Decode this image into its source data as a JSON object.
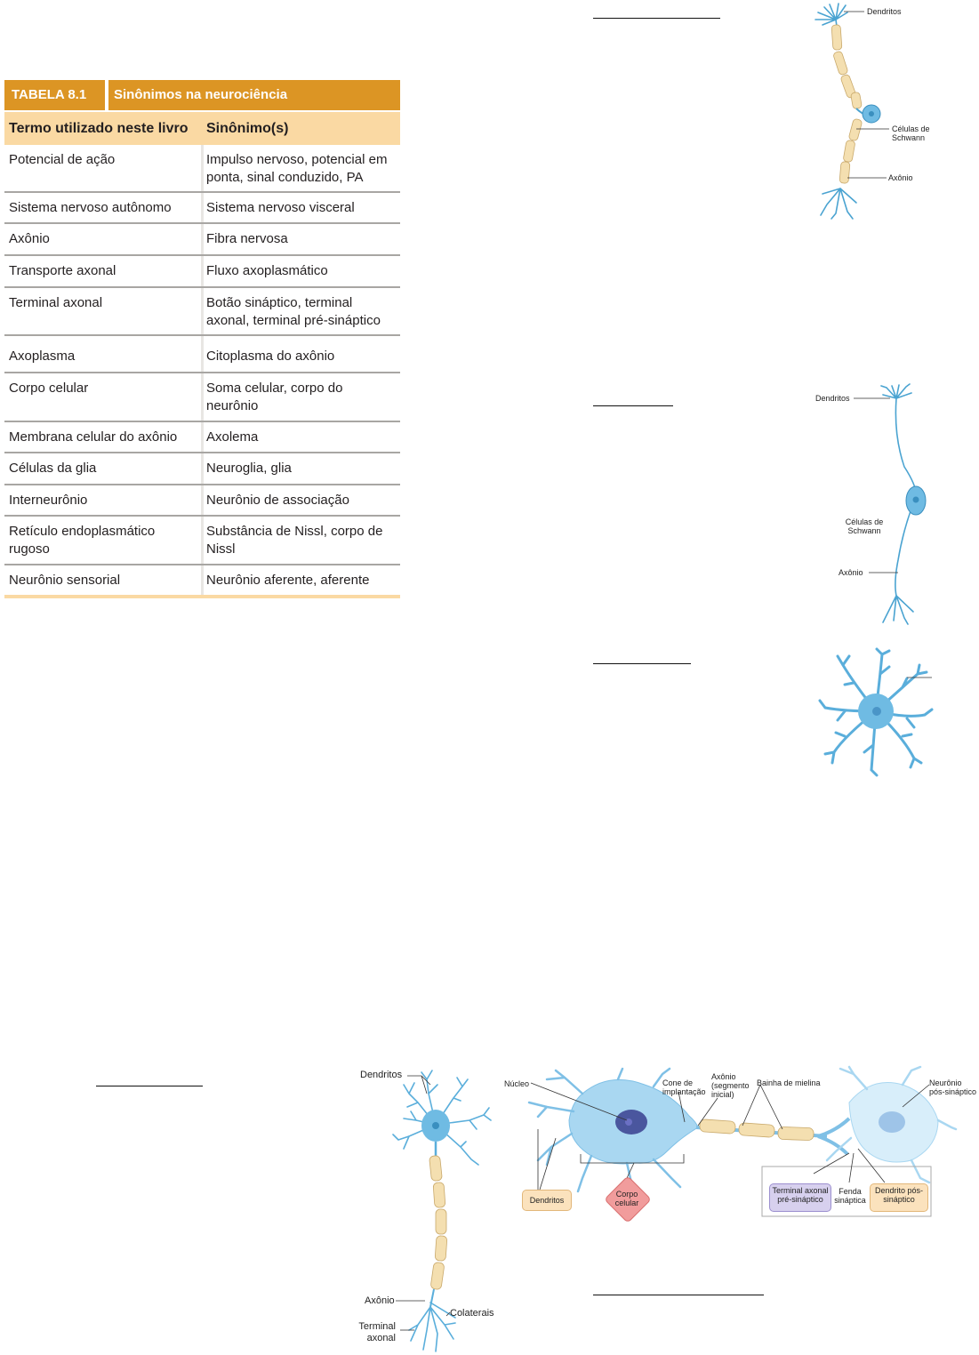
{
  "table": {
    "number": "TABELA 8.1",
    "title": "Sinônimos na neurociência",
    "col1_header": "Termo utilizado neste livro",
    "col2_header": "Sinônimo(s)",
    "rows": [
      {
        "term": "Potencial de ação",
        "synonym": "Impulso nervoso, potencial em ponta, sinal conduzido, PA"
      },
      {
        "term": "Sistema nervoso autônomo",
        "synonym": "Sistema nervoso visceral"
      },
      {
        "term": "Axônio",
        "synonym": "Fibra nervosa"
      },
      {
        "term": "Transporte axonal",
        "synonym": "Fluxo axoplasmático"
      },
      {
        "term": "Terminal axonal",
        "synonym": "Botão sináptico, terminal axonal, terminal pré-sináptico"
      },
      {
        "term": "Axoplasma",
        "synonym": "Citoplasma do axônio"
      },
      {
        "term": "Corpo celular",
        "synonym": "Soma celular, corpo do neurônio"
      },
      {
        "term": "Membrana celular do axônio",
        "synonym": "Axolema"
      },
      {
        "term": "Células da glia",
        "synonym": "Neuroglia, glia"
      },
      {
        "term": "Interneurônio",
        "synonym": "Neurônio de associação"
      },
      {
        "term": "Retículo endoplasmático rugoso",
        "synonym": "Substância de Nissl, corpo de Nissl"
      },
      {
        "term": "Neurônio sensorial",
        "synonym": "Neurônio aferente, aferente"
      }
    ]
  },
  "figure_pseudounipolar": {
    "dendritos": "Dendritos",
    "schwann": "Células de Schwann",
    "axonio": "Axônio"
  },
  "figure_bipolar": {
    "dendritos": "Dendritos",
    "schwann": "Células de Schwann",
    "axonio": "Axônio"
  },
  "figure_multipolar_left": {
    "dendritos": "Dendritos",
    "axonio": "Axônio",
    "colaterais": "Colaterais",
    "terminal": "Terminal axonal"
  },
  "figure_synapse": {
    "nucleo": "Núcleo",
    "cone": "Cone de implantação",
    "axonio_seg": "Axônio (segmento inicial)",
    "bainha": "Bainha de mielina",
    "pos_neuronio": "Neurônio pós-sináptico",
    "dendritos_box": "Dendritos",
    "corpo_box": "Corpo celular",
    "terminal_box": "Terminal axonal pré-sináptico",
    "fenda": "Fenda sináptica",
    "dendrito_pos_box": "Dendrito pós-sináptico"
  },
  "colors": {
    "table_header": "#dc9524",
    "table_subheader": "#fad9a3",
    "neuron_blue": "#4aa3d1",
    "myelin": "#f4dfb0"
  }
}
